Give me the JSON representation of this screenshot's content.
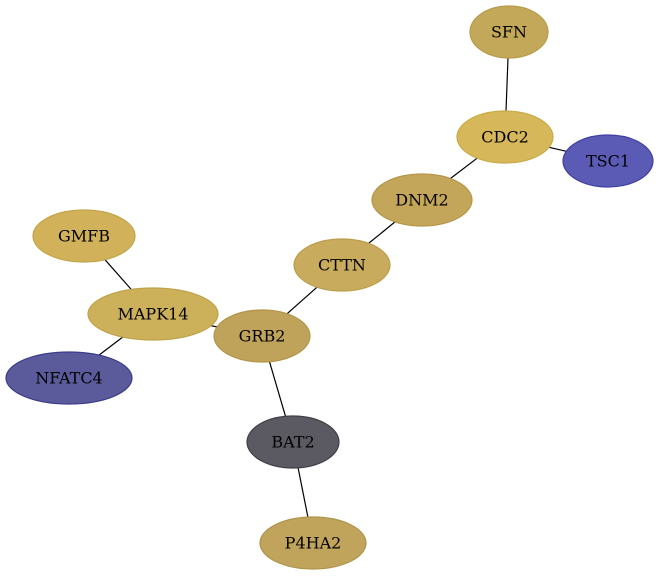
{
  "graph": {
    "nodes": [
      {
        "id": "SFN",
        "label": "SFN",
        "fill": "#c4a85a",
        "stroke": "#b89c4c"
      },
      {
        "id": "CDC2",
        "label": "CDC2",
        "fill": "#d6b85a",
        "stroke": "#c9aa48"
      },
      {
        "id": "TSC1",
        "label": "TSC1",
        "fill": "#5b5bb5",
        "stroke": "#3f3fa0"
      },
      {
        "id": "DNM2",
        "label": "DNM2",
        "fill": "#c3a65a",
        "stroke": "#b3964a"
      },
      {
        "id": "CTTN",
        "label": "CTTN",
        "fill": "#c8ab5c",
        "stroke": "#bb9d4c"
      },
      {
        "id": "GMFB",
        "label": "GMFB",
        "fill": "#d1b25a",
        "stroke": "#c2a44a"
      },
      {
        "id": "MAPK14",
        "label": "MAPK14",
        "fill": "#cdb05a",
        "stroke": "#bfa24a"
      },
      {
        "id": "GRB2",
        "label": "GRB2",
        "fill": "#c0a35a",
        "stroke": "#b0944a"
      },
      {
        "id": "NFATC4",
        "label": "NFATC4",
        "fill": "#5b5b9b",
        "stroke": "#3c3c8a"
      },
      {
        "id": "BAT2",
        "label": "BAT2",
        "fill": "#5b5a63",
        "stroke": "#3f3e47"
      },
      {
        "id": "P4HA2",
        "label": "P4HA2",
        "fill": "#c1a45c",
        "stroke": "#b0934b"
      }
    ],
    "edges": [
      {
        "source": "SFN",
        "target": "CDC2"
      },
      {
        "source": "CDC2",
        "target": "TSC1"
      },
      {
        "source": "CDC2",
        "target": "DNM2"
      },
      {
        "source": "DNM2",
        "target": "CTTN"
      },
      {
        "source": "CTTN",
        "target": "GRB2"
      },
      {
        "source": "GMFB",
        "target": "MAPK14"
      },
      {
        "source": "MAPK14",
        "target": "GRB2"
      },
      {
        "source": "MAPK14",
        "target": "NFATC4"
      },
      {
        "source": "GRB2",
        "target": "BAT2"
      },
      {
        "source": "BAT2",
        "target": "P4HA2"
      }
    ]
  }
}
